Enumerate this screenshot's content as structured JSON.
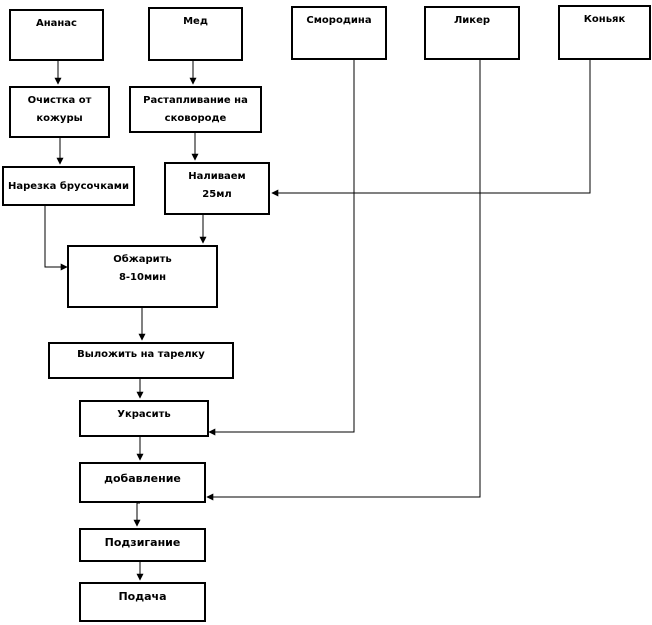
{
  "nodes": {
    "ananas": "Ананас",
    "med": "Мед",
    "smorodina": "Смородина",
    "liker": "Ликер",
    "konyak": "Коньяк",
    "ochistka": "Очистка от\nкожуры",
    "rastaplivanie": "Растапливание на\nсковороде",
    "narezka": "Нарезка брусочками",
    "nalivaem": "Наливаем\n25мл",
    "obzharit": "Обжарить\n8-10мин",
    "vylozhit": "Выложить на тарелку",
    "ukrasit": "Украсить",
    "dobavlenie": "добавление",
    "podzhiganie": "Подзигание",
    "podacha": "Подача"
  },
  "colors": {
    "line": "#000000",
    "box_border": "#000000",
    "background": "#ffffff"
  }
}
